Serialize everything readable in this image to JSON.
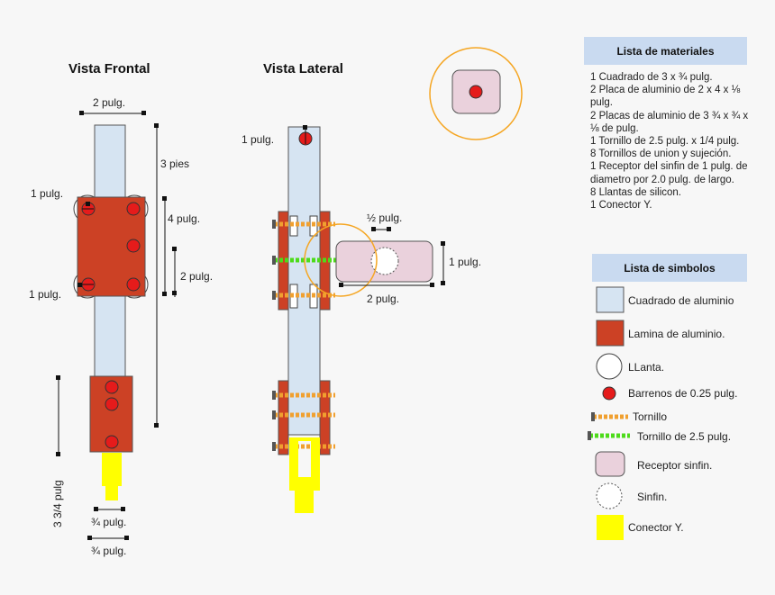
{
  "front": {
    "title": "Vista Frontal",
    "dim_top": "2 pulg.",
    "dim_height": "3 pies",
    "dim_plate": "4 pulg.",
    "dim_holes": "2 pulg.",
    "hole_label_top": "1 pulg.",
    "hole_label_bottom": "1 pulg.",
    "dim_bottom_block": "3 3/4 pulg",
    "dim_connector_1": "¾ pulg.",
    "dim_connector_2": "¾ pulg."
  },
  "side": {
    "title": "Vista Lateral",
    "hole_label": "1 pulg.",
    "dim_half": "½ pulg.",
    "dim_receiver_h": "1 pulg.",
    "dim_receiver_w": "2 pulg."
  },
  "materials": {
    "title": "Lista de materiales",
    "items": [
      "1 Cuadrado de 3 x ¾ pulg.",
      "2 Placa de aluminio de 2 x 4 x ⅛ pulg.",
      "2 Placas de aluminio de 3 ¾ x ¾ x ⅛ de pulg.",
      "1 Tornillo de 2.5 pulg. x 1/4 pulg.",
      "8 Tornillos de union y sujeción.",
      "1 Receptor del sinfin de 1 pulg. de diametro por 2.0 pulg. de largo.",
      "8 Llantas de silicon.",
      "1 Conector Y."
    ]
  },
  "symbols": {
    "title": "Lista de simbolos",
    "items": [
      {
        "icon": "aluminum-square-swatch",
        "label": "Cuadrado de aluminio"
      },
      {
        "icon": "aluminum-sheet-swatch",
        "label": "Lamina de aluminio."
      },
      {
        "icon": "tire-circle",
        "label": "LLanta."
      },
      {
        "icon": "drill-hole-dot",
        "label": "Barrenos de 0.25 pulg."
      },
      {
        "icon": "screw",
        "label": "Tornillo"
      },
      {
        "icon": "long-screw",
        "label": "Tornillo de 2.5 pulg."
      },
      {
        "icon": "worm-receiver",
        "label": "Receptor sinfin."
      },
      {
        "icon": "worm-dotted-circle",
        "label": "Sinfin."
      },
      {
        "icon": "y-connector-swatch",
        "label": "Conector Y."
      }
    ]
  },
  "colors": {
    "aluminum_square": "#d6e4f2",
    "aluminum_sheet": "#cc4125",
    "hole": "#e51b1b",
    "screw": "#f0a030",
    "long_screw": "#4ddb1a",
    "receiver": "#ead1dc",
    "connector": "#ffff00",
    "highlight": "#f5a623",
    "header_bg": "#c9daf0"
  }
}
